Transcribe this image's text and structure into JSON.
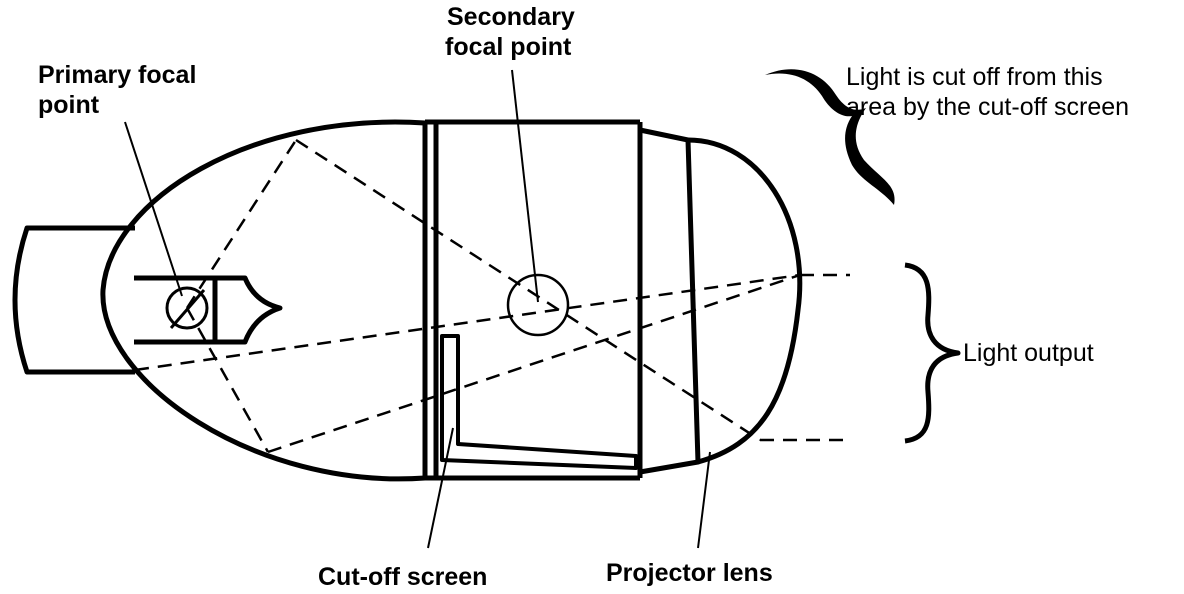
{
  "labels": {
    "primary_focal_point": [
      "Primary focal",
      "point"
    ],
    "secondary_focal_point": [
      "Secondary",
      "focal point"
    ],
    "cut_off_area": [
      "Light is cut off from this",
      "area by the cut-off screen"
    ],
    "light_output": "Light output",
    "cut_off_screen": "Cut-off screen",
    "projector_lens": "Projector lens"
  },
  "colors": {
    "line": "#000000",
    "background": "#ffffff"
  }
}
